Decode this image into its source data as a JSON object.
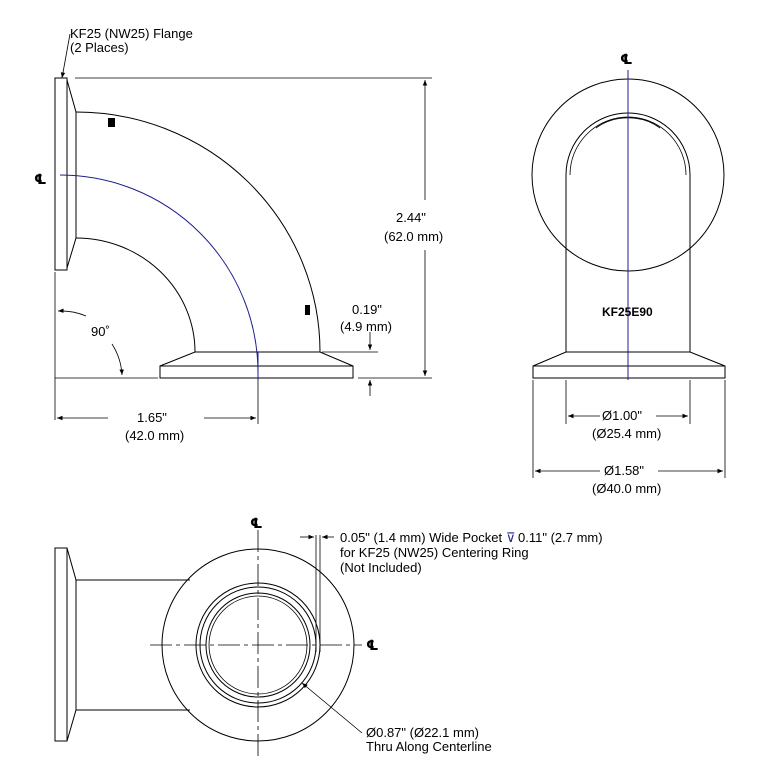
{
  "colors": {
    "line": "#000000",
    "centerline": "#1f1f8f",
    "background": "#ffffff"
  },
  "side_view": {
    "flange_label_line1": "KF25 (NW25) Flange",
    "flange_label_line2": "(2 Places)",
    "centerline_symbol": "℄",
    "height_in": "2.44\"",
    "height_mm": "(62.0 mm)",
    "flange_thickness_in": "0.19\"",
    "flange_thickness_mm": "(4.9 mm)",
    "angle": "90˚",
    "width_in": "1.65\"",
    "width_mm": "(42.0 mm)"
  },
  "front_view": {
    "centerline_symbol": "℄",
    "part_marking": "KF25E90",
    "tube_dia_in": "Ø1.00\"",
    "tube_dia_mm": "(Ø25.4 mm)",
    "flange_dia_in": "Ø1.58\"",
    "flange_dia_mm": "(Ø40.0 mm)"
  },
  "top_view": {
    "centerline_symbol": "℄",
    "pocket_line1": "0.05\" (1.4 mm) Wide Pocket",
    "pocket_depth_symbol": "⊽",
    "pocket_depth": "0.11\" (2.7 mm)",
    "pocket_line2": "for KF25 (NW25) Centering Ring",
    "pocket_line3": "(Not Included)",
    "bore_in": "Ø0.87\" (Ø22.1 mm)",
    "bore_note": "Thru Along Centerline"
  }
}
